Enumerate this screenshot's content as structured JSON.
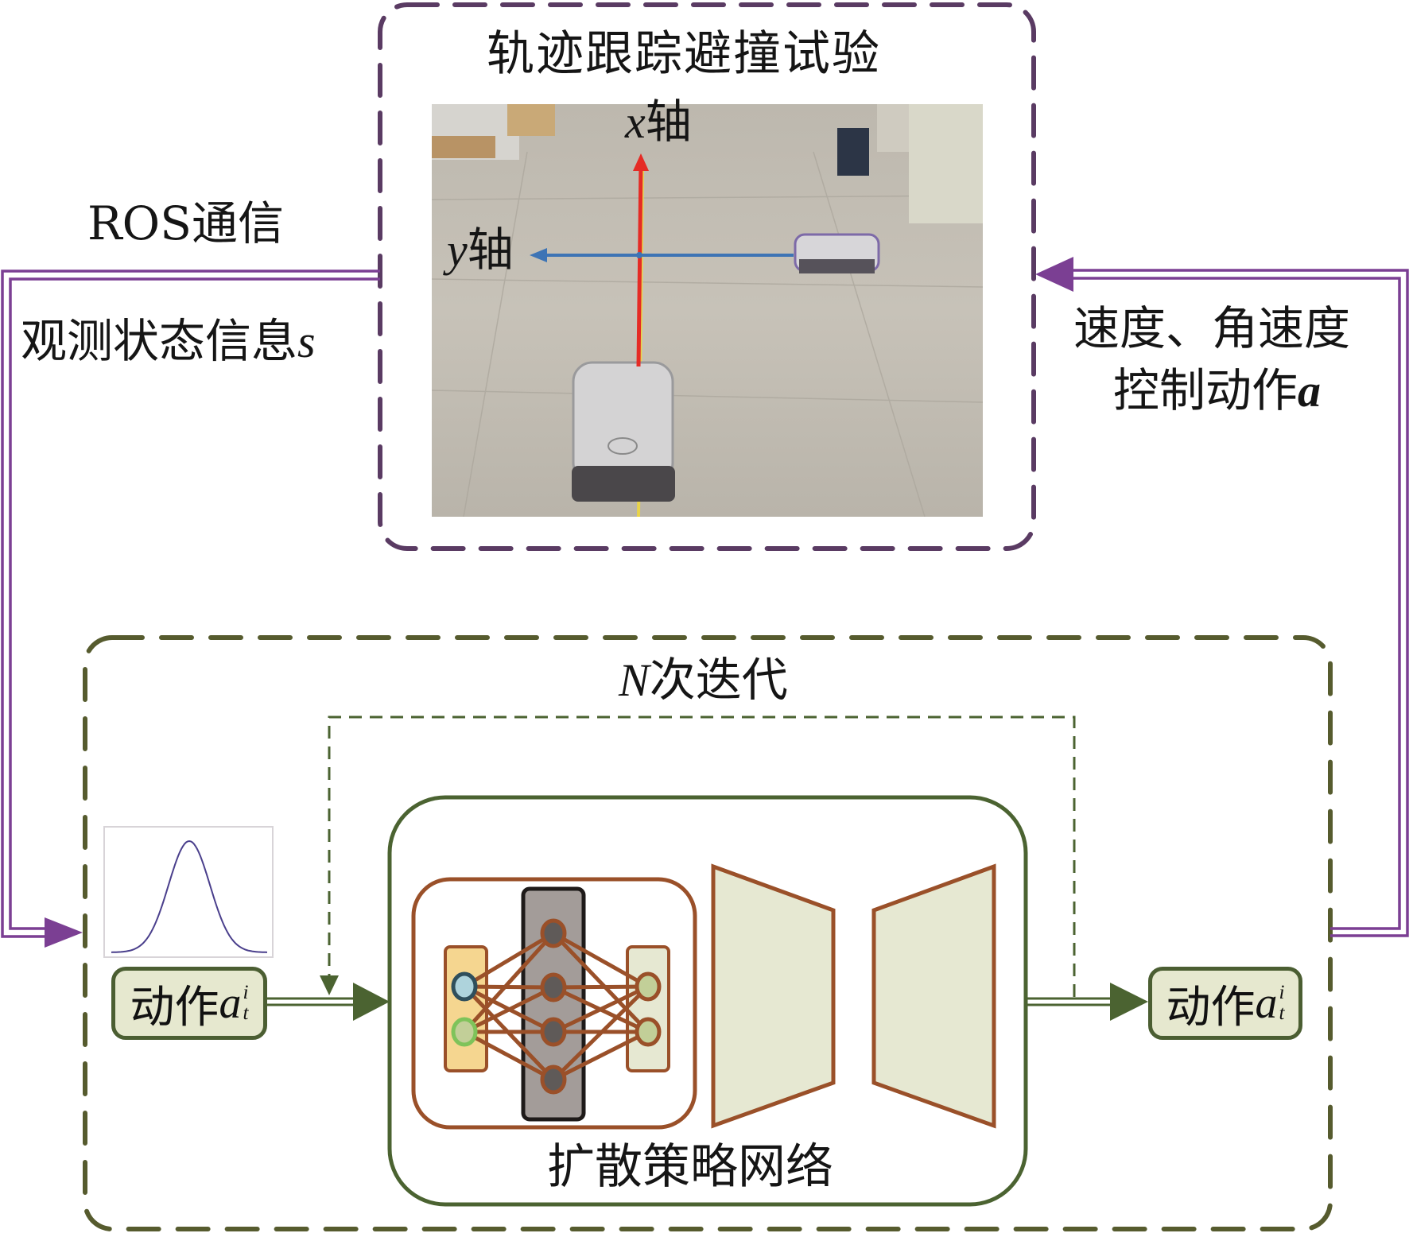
{
  "experiment_panel": {
    "title": "轨迹跟踪避撞试验",
    "photo": {
      "description": "warehouse floor with two mobile robots and coordinate axes overlay",
      "x_axis_label_var": "x",
      "x_axis_label_text": "轴",
      "y_axis_label_var": "y",
      "y_axis_label_text": "轴"
    }
  },
  "left_link": {
    "top_label": "ROS通信",
    "bottom_label_text": "观测状态信息",
    "bottom_label_var": "s"
  },
  "right_link": {
    "line1": "速度、角速度",
    "line2_text": "控制动作",
    "line2_var": "a"
  },
  "iteration_panel": {
    "title_var": "N",
    "title_text": "次迭代",
    "input_action": {
      "text": "动作",
      "var": "a",
      "sub": "t",
      "sup": "i"
    },
    "output_action": {
      "text": "动作",
      "var": "a",
      "sub": "t",
      "sup": "i"
    },
    "network_label": "扩散策略网络",
    "gaussian_icon": "gaussian-distribution-plot"
  },
  "colors": {
    "purple_frame": "#5a3b63",
    "purple_arrow": "#7b3f93",
    "olive_frame": "#565b2e",
    "green_frame": "#4b6331",
    "brown": "#9a5029",
    "beige_fill": "#e6e8d2",
    "yellow_fill": "#f5d690",
    "grey_fill": "#a39c99",
    "node_dark": "#5f5a58",
    "node_blue": "#aed3dc",
    "node_green": "#c2cf98"
  }
}
